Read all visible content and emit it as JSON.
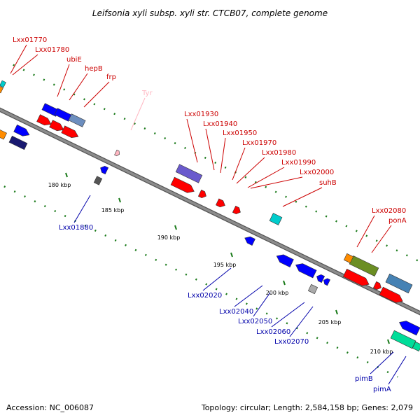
{
  "title": "Leifsonia xyli subsp. xyli str. CTCB07, complete genome",
  "accession": "Accession: NC_006087",
  "summary": "Topology: circular; Length: 2,584,158 bp; Genes: 2,079",
  "colors": {
    "backbone": "#8c8c8c",
    "forward_cds": "#ff0000",
    "reverse_cds": "#0000ff",
    "trna": "#ffb6c1",
    "forward_label": "#cc0000",
    "reverse_label": "#0000aa",
    "tick": "#1a7a1a"
  },
  "ticks": [
    "180 kbp",
    "185 kbp",
    "190 kbp",
    "195 kbp",
    "200 kbp",
    "205 kbp",
    "210 kbp"
  ],
  "forward_labels": [
    "Lxx01770",
    "Lxx01780",
    "ubiE",
    "hepB",
    "frp",
    "Tyr",
    "Lxx01930",
    "Lxx01940",
    "Lxx01950",
    "Lxx01970",
    "Lxx01980",
    "Lxx01990",
    "Lxx02000",
    "suhB",
    "Lxx02080",
    "ponA"
  ],
  "reverse_labels": [
    "Lxx01880",
    "Lxx02020",
    "Lxx02040",
    "Lxx02050",
    "Lxx02060",
    "Lxx02070",
    "pimB",
    "pimA"
  ]
}
